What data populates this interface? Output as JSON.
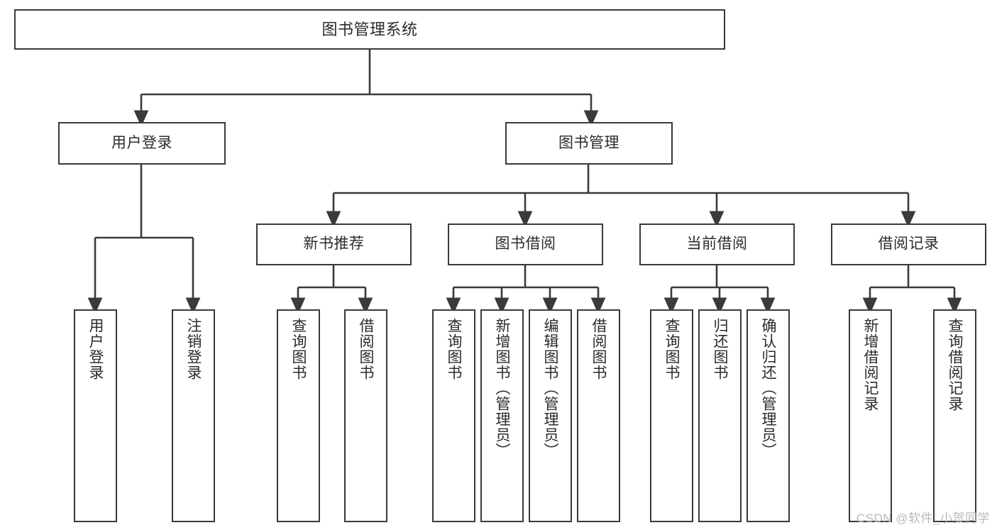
{
  "diagram": {
    "title": "图书管理系统",
    "type": "tree",
    "watermark": "CSDN @软件_小贺同学",
    "colors": {
      "node_border": "#3a3a3a",
      "node_fill": "#ffffff",
      "connector": "#3a3a3a",
      "text": "#2b2b2b",
      "watermark": "#b9b9b9"
    },
    "nodes": {
      "root": {
        "label": "图书管理系统"
      },
      "level2": [
        {
          "id": "user-login",
          "label": "用户登录"
        },
        {
          "id": "book-management",
          "label": "图书管理"
        }
      ],
      "level3": [
        {
          "id": "new-book-recommend",
          "label": "新书推荐"
        },
        {
          "id": "book-borrow",
          "label": "图书借阅"
        },
        {
          "id": "current-borrow",
          "label": "当前借阅"
        },
        {
          "id": "borrow-record",
          "label": "借阅记录"
        }
      ],
      "leaves": {
        "user_login": [
          {
            "id": "leaf-user-login",
            "label": "用户登录"
          },
          {
            "id": "leaf-logout-login",
            "label": "注销登录"
          }
        ],
        "new_book_recommend": [
          {
            "id": "leaf-query-book-1",
            "label": "查询图书"
          },
          {
            "id": "leaf-borrow-book-1",
            "label": "借阅图书"
          }
        ],
        "book_borrow": [
          {
            "id": "leaf-query-book-2",
            "label": "查询图书"
          },
          {
            "id": "leaf-add-book",
            "label": "新增图书（管理员）"
          },
          {
            "id": "leaf-edit-book",
            "label": "编辑图书（管理员）"
          },
          {
            "id": "leaf-borrow-book-2",
            "label": "借阅图书"
          }
        ],
        "current_borrow": [
          {
            "id": "leaf-query-book-3",
            "label": "查询图书"
          },
          {
            "id": "leaf-return-book",
            "label": "归还图书"
          },
          {
            "id": "leaf-confirm-return",
            "label": "确认归还（管理员）"
          }
        ],
        "borrow_record": [
          {
            "id": "leaf-add-record",
            "label": "新增借阅记录"
          },
          {
            "id": "leaf-query-record",
            "label": "查询借阅记录"
          }
        ]
      }
    }
  }
}
